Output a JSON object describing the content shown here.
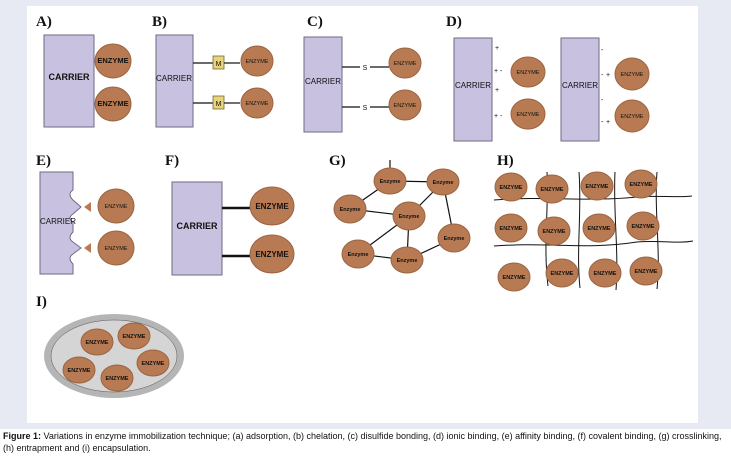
{
  "panels": {
    "a": {
      "label": "A)",
      "carrier": "CARRIER",
      "enzyme": "ENZYME"
    },
    "b": {
      "label": "B)",
      "carrier": "CARRIER",
      "enzyme": "ENZYME",
      "linker": "M"
    },
    "c": {
      "label": "C)",
      "carrier": "CARRIER",
      "enzyme": "ENZYME",
      "linker": "S"
    },
    "d": {
      "label": "D)",
      "carrier": "CARRIER",
      "enzyme": "ENZYME",
      "plus": "+",
      "minus": "-",
      "pair": "+ -"
    },
    "e": {
      "label": "E)",
      "carrier": "CARRIER",
      "enzyme": "ENZYME"
    },
    "f": {
      "label": "F)",
      "carrier": "CARRIER",
      "enzyme": "ENZYME"
    },
    "g": {
      "label": "G)",
      "enzyme": "Enzyme"
    },
    "h": {
      "label": "H)",
      "enzyme": "ENZYME"
    },
    "i": {
      "label": "I)",
      "enzyme": "ENZYME"
    }
  },
  "caption": {
    "lead": "Figure 1:",
    "text": " Variations in enzyme immobilization technique; (a) adsorption, (b) chelation, (c) disulfide bonding, (d) ionic binding, (e) affinity binding, (f) covalent binding, (g) crosslinking, (h) entrapment and (i) encapsulation."
  },
  "colors": {
    "carrier": "#c8c1e0",
    "enzyme": "#b87a52",
    "linker_box": "#e8d27a",
    "capsule_fill": "#d5d5d5"
  }
}
